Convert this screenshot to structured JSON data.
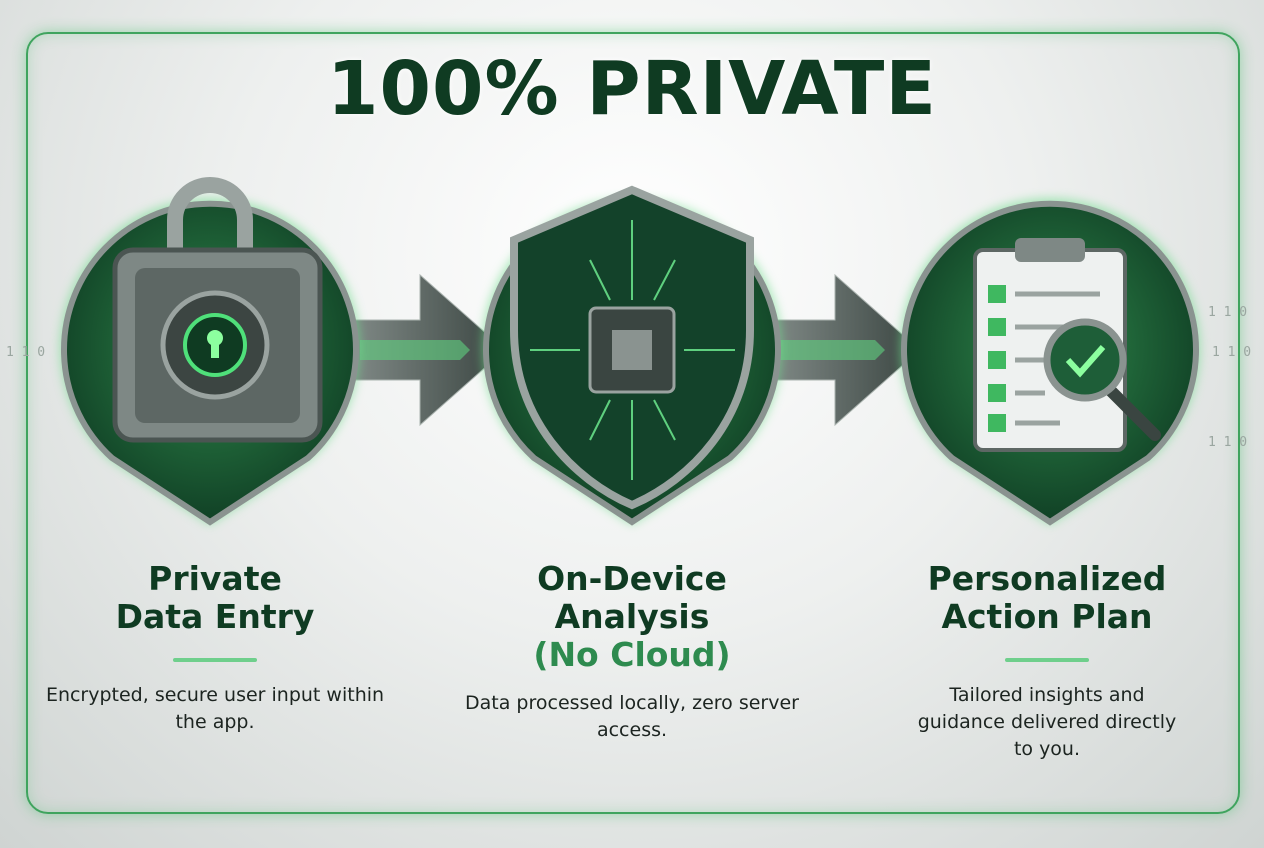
{
  "title": "100% PRIVATE",
  "colors": {
    "accent": "#3fa45e",
    "dark_green": "#0f3b22",
    "highlight": "#2e8b4f"
  },
  "decor_binary": [
    "1 1 0",
    "1 1 0",
    "1 1 0",
    "1 1 0"
  ],
  "steps": [
    {
      "icon": "vault-lock-icon",
      "title_line1": "Private",
      "title_line2": "Data Entry",
      "description": "Encrypted, secure user input within the app."
    },
    {
      "icon": "shield-chip-icon",
      "title_line1": "On-Device",
      "title_line2": "Analysis",
      "subtitle": "(No Cloud)",
      "description": "Data processed locally, zero server access."
    },
    {
      "icon": "clipboard-check-icon",
      "title_line1": "Personalized",
      "title_line2": "Action Plan",
      "description": "Tailored insights and guidance delivered directly to you."
    }
  ]
}
